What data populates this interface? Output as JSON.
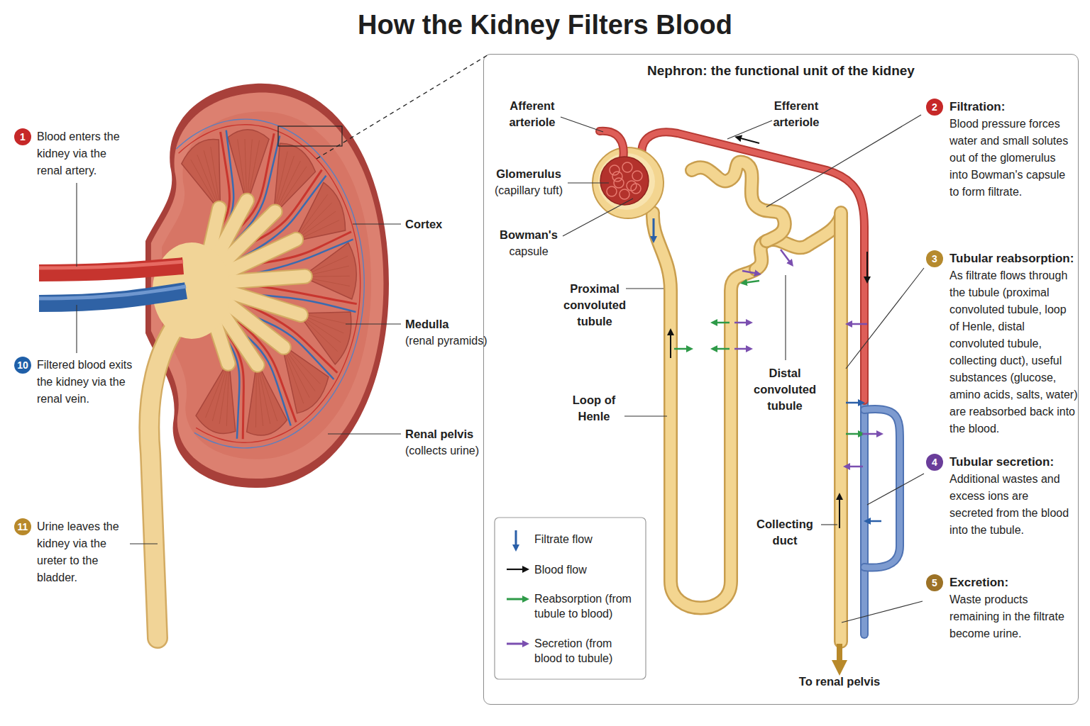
{
  "diagram": {
    "title": "How the Kidney Filters Blood",
    "nodes": [
      {
        "text": [
          "Nephron: the functional unit of the kidney"
        ]
      }
    ],
    "labels": [
      "1",
      "Blood enters the kidney via the renal artery.",
      "Cortex",
      "Medulla",
      "(renal pyramids)",
      "10",
      "Filtered blood exits the kidney via the renal vein.",
      "Renal pelvis",
      "(collects urine)",
      "11",
      "Urine leaves the kidney via the ureter to the bladder.",
      "Afferent arteriole",
      "Efferent arteriole",
      "Glomerulus",
      "(capillary tuft)",
      "Bowman's",
      "capsule",
      "Proximal convoluted tubule",
      "Loop of Henle",
      "Distal convoluted tubule",
      "Collecting duct",
      "To renal pelvis",
      "2",
      "Filtration:",
      "Blood pressure forces water and small solutes out of the glomerulus into Bowman's capsule to form filtrate.",
      "3",
      "Tubular reabsorption:",
      "As filtrate flows through the tubule (proximal convoluted tubule, loop of Henle, distal convoluted tubule, collecting duct), useful substances (glucose, amino acids, salts, water) are reabsorbed back into the blood.",
      "4",
      "Tubular secretion:",
      "Additional wastes and excess ions are secreted from the blood into the tubule.",
      "5",
      "Excretion:",
      "Waste products remaining in the filtrate become urine."
    ],
    "legend": [
      {
        "text": "Filtrate flow"
      },
      {
        "text": "Blood flow"
      },
      {
        "text": "Reabsorption (from tubule to blood)"
      },
      {
        "text": "Secretion (from blood to tubule)"
      }
    ]
  }
}
